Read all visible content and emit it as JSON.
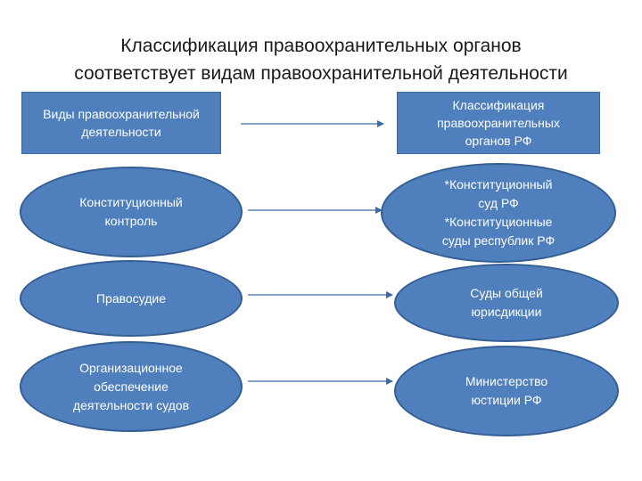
{
  "title": {
    "line1": "Классификация правоохранительных органов",
    "line2": "соответствует видам правоохранительной деятельности"
  },
  "left_header": "Виды правоохранительной\nдеятельности",
  "right_header": "Классификация\nправоохранительных\nорганов РФ",
  "left_items": [
    "Конституционный\nконтроль",
    "Правосудие",
    "Организационное\nобеспечение\nдеятельности судов"
  ],
  "right_items": [
    "*Конституционный\nсуд РФ\n*Конституционные\nсуды республик РФ",
    "Суды общей\nюрисдикции",
    "Министерство\nюстиции РФ"
  ],
  "colors": {
    "fill": "#4f7fbd",
    "border": "#355f94",
    "arrow": "#3d6aa5"
  }
}
